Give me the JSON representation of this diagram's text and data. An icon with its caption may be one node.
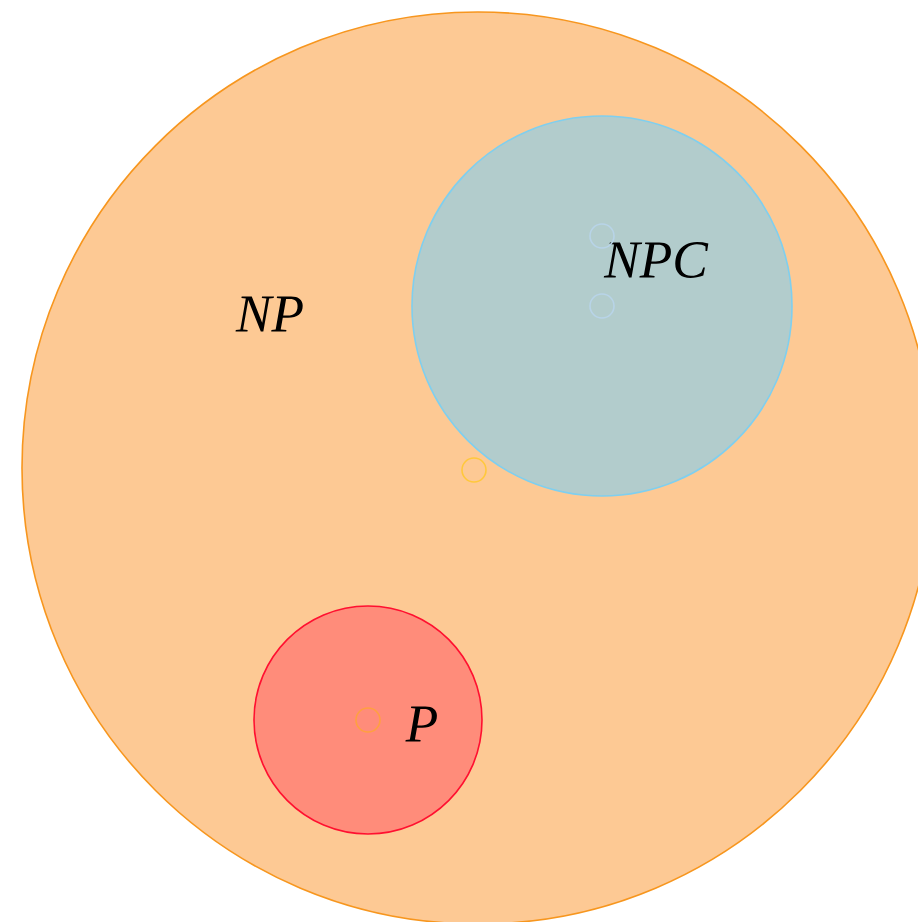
{
  "diagram": {
    "nodes": [
      {
        "text": [
          "NP"
        ]
      },
      {
        "text": [
          "NPC"
        ],
        "in": 0
      },
      {
        "text": [
          "P"
        ],
        "in": 0
      }
    ]
  }
}
